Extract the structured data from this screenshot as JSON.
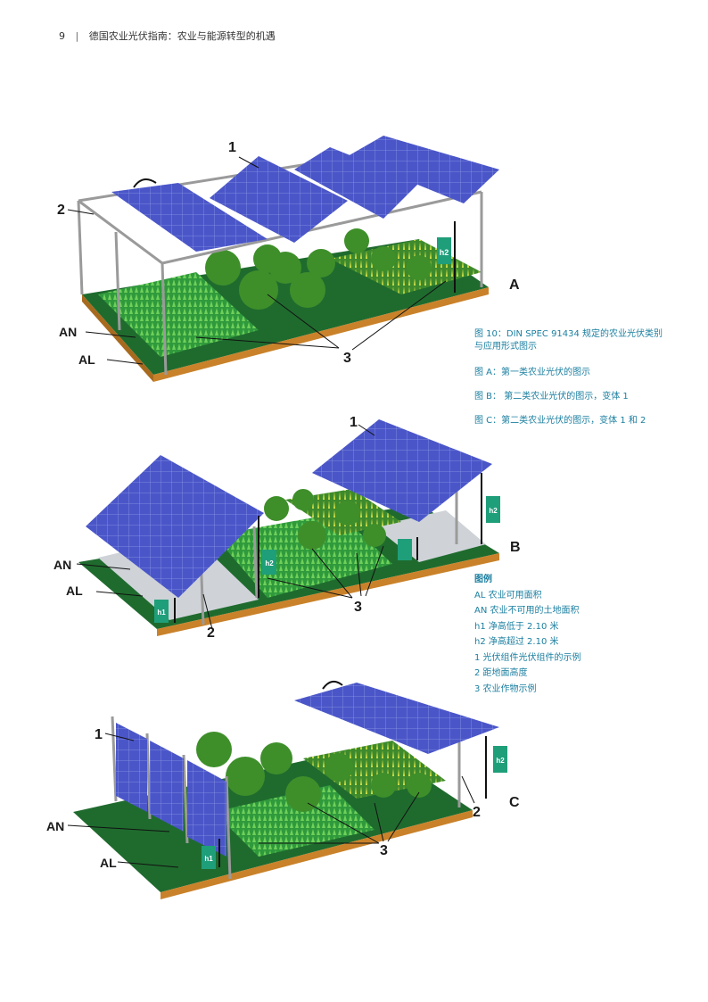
{
  "header": {
    "page_number": "9",
    "separator": "|",
    "title": "德国农业光伏指南：农业与能源转型的机遇"
  },
  "caption": {
    "title_line1": "图 10：DIN SPEC 91434 规定的农业光伏类别",
    "title_line2": "与应用形式图示",
    "fig_a": "图 A：第一类农业光伏的图示",
    "fig_b": "图 B： 第二类农业光伏的图示，变体 1",
    "fig_c": "图 C：第二类农业光伏的图示，变体 1 和 2"
  },
  "legend": {
    "title": "图例",
    "items": [
      "AL 农业可用面积",
      "AN 农业不可用的土地面积",
      "h1 净高低于 2.10 米",
      "h2 净高超过 2.10 米",
      "1 光伏组件光伏组件的示例",
      "2 距地面高度",
      "3 农业作物示例"
    ]
  },
  "figures": {
    "a": {
      "letter": "A",
      "n1": "1",
      "n2": "2",
      "n3": "3",
      "an": "AN",
      "al": "AL",
      "h2": "h2"
    },
    "b": {
      "letter": "B",
      "n1": "1",
      "n2": "2",
      "n3": "3",
      "an": "AN",
      "al": "AL",
      "h1": "h1",
      "h2a": "h2",
      "h2b": "h2"
    },
    "c": {
      "letter": "C",
      "n1": "1",
      "n2": "2",
      "n3": "3",
      "an": "AN",
      "al": "AL",
      "h1": "h1",
      "h2": "h2"
    }
  },
  "colors": {
    "caption_blue": "#1b7fa0",
    "panel_blue": "#4a56c8",
    "ground_green": "#1f6b2e",
    "soil_orange": "#c9822a",
    "badge_teal": "#1f9e7a"
  }
}
